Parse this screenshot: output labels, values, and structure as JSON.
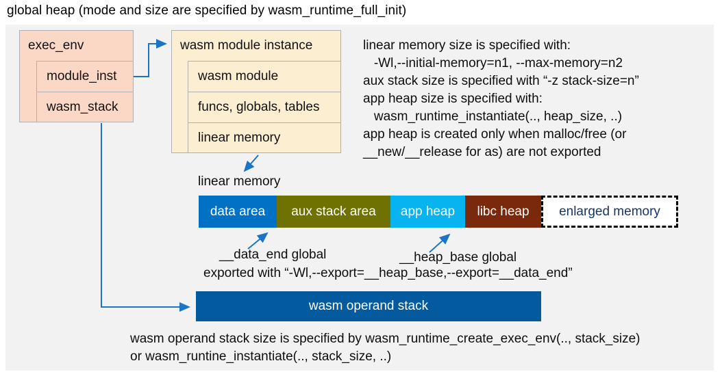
{
  "title": "global heap (mode and size are specified by wasm_runtime_full_init)",
  "exec_env": {
    "header": "exec_env",
    "fields": [
      "module_inst",
      "wasm_stack"
    ]
  },
  "module_instance": {
    "header": "wasm module instance",
    "fields": [
      "wasm module",
      "funcs, globals, tables",
      "linear memory"
    ]
  },
  "notes_right": {
    "lines": [
      "linear memory size is specified with:",
      "   -Wl,--initial-memory=n1, --max-memory=n2",
      "aux stack size is specified with “-z stack-size=n”",
      "app heap size is specified with:",
      "   wasm_runtime_instantiate(.., heap_size, ..)",
      "app heap is created only when malloc/free (or",
      "__new/__release for as) are not exported"
    ]
  },
  "linear_memory": {
    "label": "linear memory",
    "segments": [
      {
        "label": "data area",
        "color": "#0071c5"
      },
      {
        "label": "aux stack area",
        "color": "#6f7200"
      },
      {
        "label": "app heap",
        "color": "#07b4f0"
      },
      {
        "label": "libc heap",
        "color": "#7b290c"
      },
      {
        "label": "enlarged memory",
        "color": "#ffffff"
      }
    ]
  },
  "globals_annotations": {
    "data_end": "__data_end global",
    "heap_base": "__heap_base global",
    "exported": "exported with “-Wl,--export=__heap_base,--export=__data_end”"
  },
  "operand_stack": {
    "label": "wasm operand stack",
    "notes": [
      "wasm operand stack size is specified by wasm_runtime_create_exec_env(.., stack_size)",
      "or wasm_runtine_instantiate(.., stack_size, ..)"
    ]
  },
  "colors": {
    "panel": "#f2f2f2",
    "exec_env_fill": "#fbd8c6",
    "instance_fill": "#fceed0",
    "operand_fill": "#045a9e",
    "enlarged_text": "#16356d",
    "arrow": "#1b74c5"
  }
}
